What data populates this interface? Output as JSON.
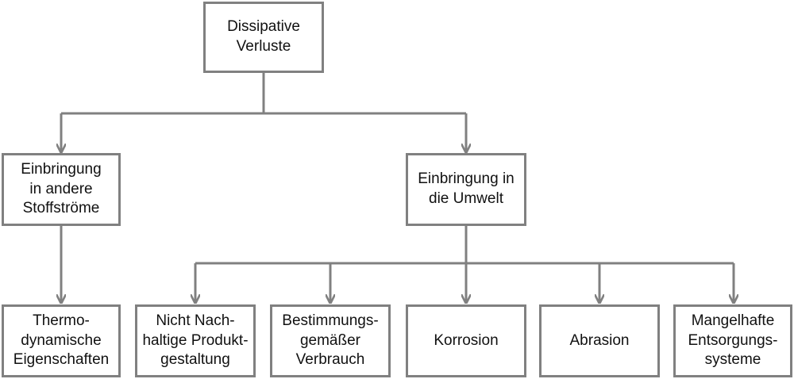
{
  "colors": {
    "line": "#808080",
    "box_border": "#808080",
    "text": "#111111"
  },
  "root": {
    "label": "Dissipative\nVerluste"
  },
  "branches": [
    {
      "label": "Einbringung\nin andere\nStoffströme"
    },
    {
      "label": "Einbringung in\ndie Umwelt"
    }
  ],
  "leaves": [
    {
      "label": "Thermo-\ndynamische\nEigenschaften"
    },
    {
      "label": "Nicht Nach-\nhaltige Produkt-\ngestaltung"
    },
    {
      "label": "Bestimmungs-\ngemäßer\nVerbrauch"
    },
    {
      "label": "Korrosion"
    },
    {
      "label": "Abrasion"
    },
    {
      "label": "Mangelhafte\nEntsorgungs-\nsysteme"
    }
  ]
}
